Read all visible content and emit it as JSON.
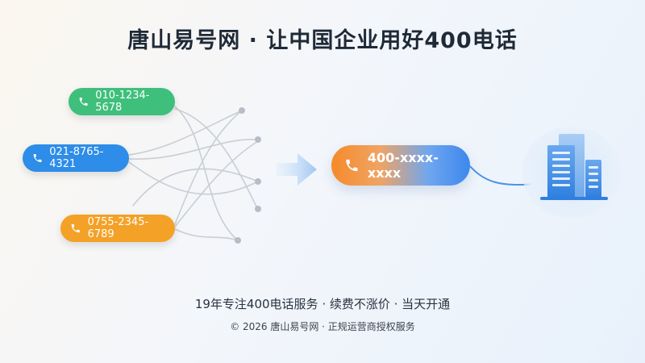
{
  "title": "唐山易号网 · 让中国企业用好400电话",
  "source_numbers": [
    {
      "number": "010-1234-5678",
      "color": "#3fbf7c",
      "icon": "phone-icon"
    },
    {
      "number": "021-8765-4321",
      "color": "#2d8de8",
      "icon": "phone-icon"
    },
    {
      "number": "0755-2345-6789",
      "color": "#f4a127",
      "icon": "phone-icon"
    }
  ],
  "target_number": {
    "number": "400-xxxx-xxxx",
    "icon": "phone-icon"
  },
  "tagline": "19年专注400电话服务 · 续费不涨价 · 当天开通",
  "copyright": "© 2026 唐山易号网 · 正规运营商授权服务",
  "colors": {
    "title": "#1f2a38",
    "accent_orange": "#f58a2a",
    "accent_blue": "#3d87ee",
    "building": "#3d8ae6"
  }
}
